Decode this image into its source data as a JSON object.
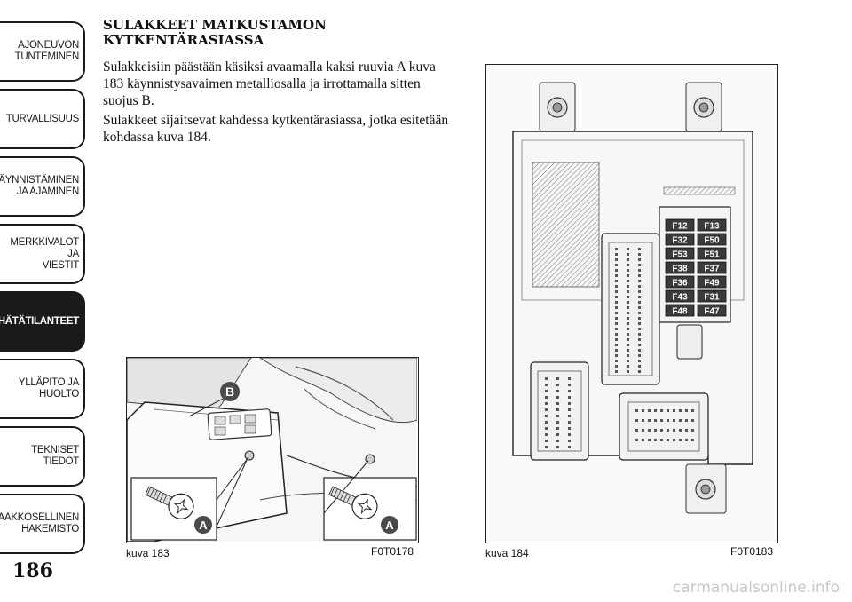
{
  "sidebar": {
    "tabs": [
      {
        "label": "AJONEUVON\nTUNTEMINEN",
        "active": false
      },
      {
        "label": "TURVALLISUUS",
        "active": false
      },
      {
        "label": "KÄYNNISTÄMINEN\nJA AJAMINEN",
        "active": false
      },
      {
        "label": "MERKKIVALOT JA\nVIESTIT",
        "active": false
      },
      {
        "label": "HÄTÄTILANTEET",
        "active": true
      },
      {
        "label": "YLLÄPITO JA HUOLTO",
        "active": false
      },
      {
        "label": "TEKNISET TIEDOT",
        "active": false
      },
      {
        "label": "AAKKOSELLINEN\nHAKEMISTO",
        "active": false
      }
    ]
  },
  "page_number": "186",
  "section": {
    "title_line1": "SULAKKEET MATKUSTAMON",
    "title_line2": "KYTKENTÄRASIASSA",
    "para1": "Sulakkeisiin päästään käsiksi avaamalla kaksi ruuvia A kuva 183 käynnistysavaimen metalliosalla ja irrottamalla sitten suojus B.",
    "para2": "Sulakkeet sijaitsevat kahdessa kytkentärasiassa, jotka esitetään kohdassa kuva 184."
  },
  "figure183": {
    "caption": "kuva 183",
    "code": "F0T0178",
    "label_b": "B",
    "label_a1": "A",
    "label_a2": "A"
  },
  "figure184": {
    "caption": "kuva 184",
    "code": "F0T0183",
    "fuses": [
      [
        "F12",
        "F13"
      ],
      [
        "F32",
        "F50"
      ],
      [
        "F53",
        "F51"
      ],
      [
        "F38",
        "F37"
      ],
      [
        "F36",
        "F49"
      ],
      [
        "F43",
        "F31"
      ],
      [
        "F48",
        "F47"
      ]
    ]
  },
  "watermark": "carmanualsonline.info",
  "colors": {
    "tab_active_bg": "#1a1a1a",
    "label_bubble": "#4a4a4a",
    "fuse_fill": "#3a3a3a"
  }
}
